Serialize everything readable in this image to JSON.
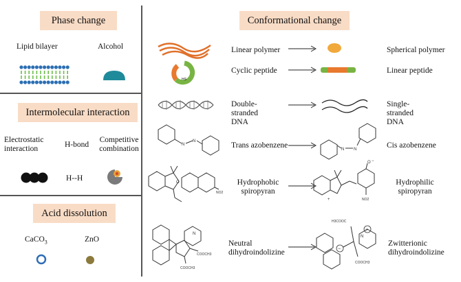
{
  "phase_change": {
    "title": "Phase change",
    "items": [
      "Lipid bilayer",
      "Alcohol"
    ]
  },
  "intermolecular": {
    "title": "Intermolecular interaction",
    "items": [
      "Electrostatic interaction",
      "H-bond",
      "Competitive combination"
    ],
    "hbond_symbol": "H--H"
  },
  "acid": {
    "title": "Acid dissolution",
    "items": [
      "CaCO3",
      "ZnO"
    ]
  },
  "conformational": {
    "title": "Conformational change",
    "rows": [
      {
        "from": "Linear polymer",
        "to": "Spherical polymer"
      },
      {
        "from": "Cyclic peptide",
        "to": "Linear peptide"
      },
      {
        "from": "Double-stranded DNA",
        "to": "Single-stranded DNA"
      },
      {
        "from": "Trans azobenzene",
        "to": "Cis azobenzene"
      },
      {
        "from": "Hydrophobic spiropyran",
        "to": "Hydrophilic spiropyran"
      },
      {
        "from": "Neutral dihydroindolizine",
        "to": "Zwitterionic dihydroindolizine"
      }
    ]
  },
  "chem_labels": {
    "nitro": "NO2",
    "methyl_ester": "COOCH3",
    "h3c_ester": "H3COOC",
    "hs": "HS",
    "n": "N",
    "o": "O",
    "plus": "+",
    "minus": "−"
  },
  "colors": {
    "header_bg": "#f9dcc6",
    "polymer": "#e0702a",
    "spherical": "#f0a93a",
    "peptide_green": "#78b443",
    "peptide_orange": "#e8792e",
    "lipid_head": "#2c6fb3",
    "lipid_tail": "#6bbd4a",
    "alcohol": "#1f8a9a",
    "caco3": "#2d6db5",
    "zno": "#8b7a3c"
  }
}
